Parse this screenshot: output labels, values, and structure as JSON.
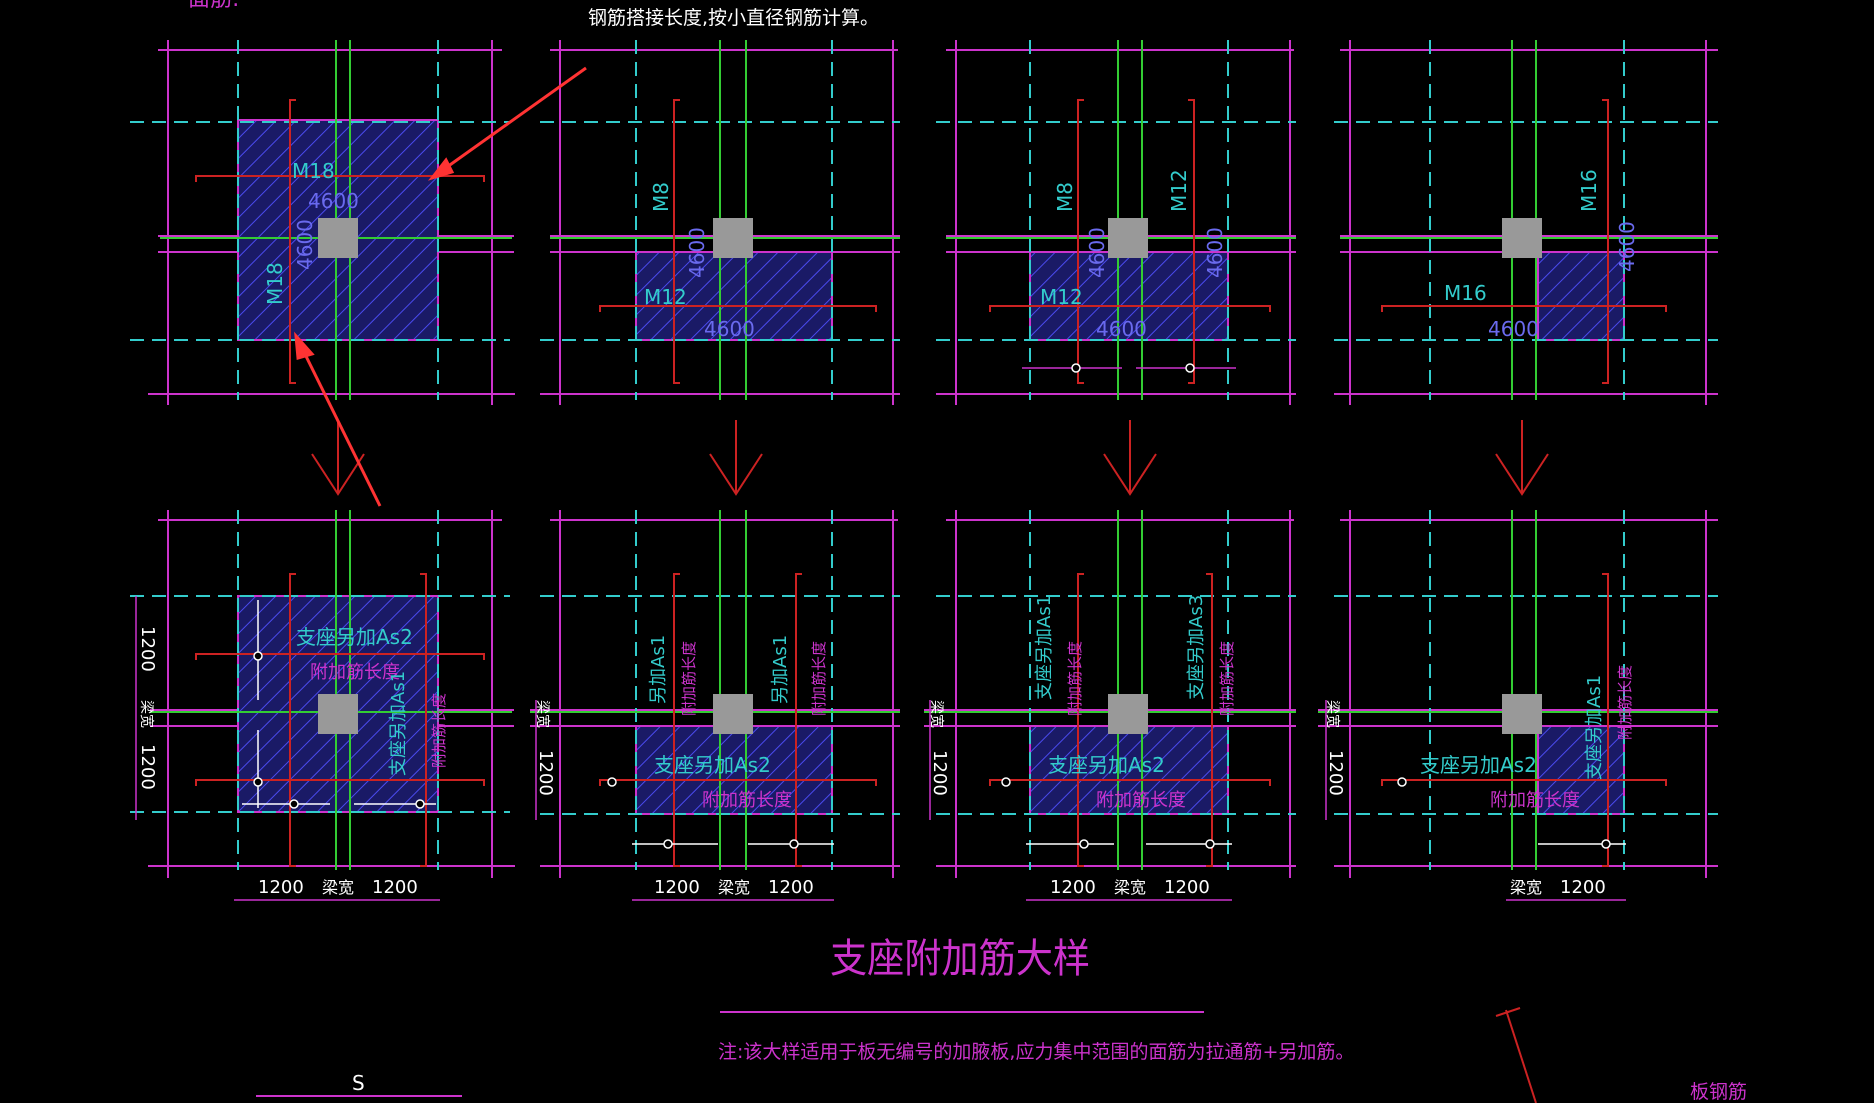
{
  "header": {
    "corner_fragment": "面筋:",
    "callout_note": "钢筋搭接长度,按小直径钢筋计算。"
  },
  "top_row": [
    {
      "labels": [
        "M18",
        "4600",
        "4600",
        "M18"
      ]
    },
    {
      "labels": [
        "M8",
        "4600",
        "M12",
        "4600"
      ]
    },
    {
      "labels": [
        "M8",
        "4600",
        "M12",
        "4600",
        "M12",
        "4600"
      ]
    },
    {
      "labels": [
        "M16",
        "4600",
        "M16",
        "4600"
      ]
    }
  ],
  "bottom_row": {
    "dim_1200": "1200",
    "beam_width": "梁宽",
    "support_as1": "支座另加As1",
    "support_as2": "支座另加As2",
    "support_as3": "支座另加As3",
    "add_as1": "另加As1",
    "extra_length": "附加筋长度"
  },
  "footer": {
    "title": "支座附加筋大样",
    "note": "注:该大样适用于板无编号的加腋板,应力集中范围的面筋为拉通筋+另加筋。",
    "s_label": "S",
    "corner_label": "板钢筋"
  },
  "colors": {
    "background": "#000000",
    "magenta": "#cc33cc",
    "cyan": "#33cccc",
    "green": "#33cc33",
    "red": "#cc2222",
    "white": "#ffffff",
    "hatch": "#3333cc",
    "column": "#999999",
    "arrow": "#ff3333"
  }
}
